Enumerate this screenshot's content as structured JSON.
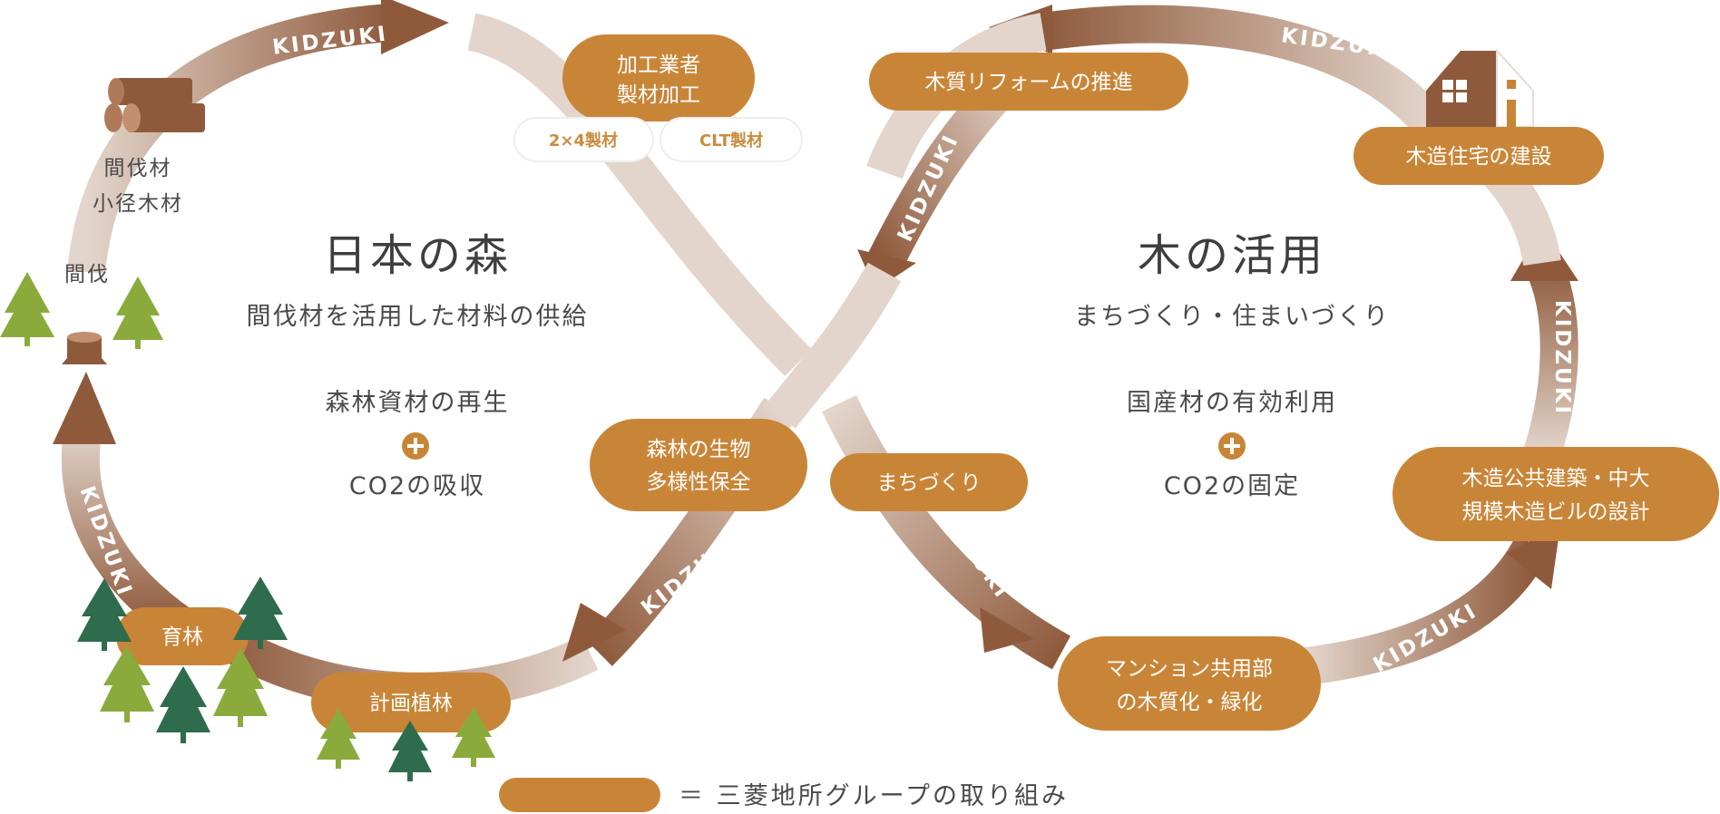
{
  "left": {
    "title": "日本の森",
    "subtitle": "間伐材を活用した材料の供給",
    "line1": "森林資材の再生",
    "line2": "CO2の吸収"
  },
  "right": {
    "title": "木の活用",
    "subtitle": "まちづくり・住まいづくり",
    "line1": "国産材の有効利用",
    "line2": "CO2の固定"
  },
  "labels": {
    "thinned_wood": "間伐材",
    "small_wood": "小径木材",
    "thinning": "間伐"
  },
  "pills": {
    "processing_1": "加工業者",
    "processing_2": "製材加工",
    "two_by_four": "2×4製材",
    "clt": "CLT製材",
    "forest_bio_1": "森林の生物",
    "forest_bio_2": "多様性保全",
    "ikurin": "育林",
    "planting": "計画植林",
    "reform": "木質リフォームの推進",
    "wooden_house": "木造住宅の建設",
    "machizukuri": "まちづくり",
    "public_1": "木造公共建築・中大",
    "public_2": "規模木造ビルの設計",
    "mansion_1": "マンション共用部",
    "mansion_2": "の木質化・緑化"
  },
  "kidzuki": "KIDZUKI",
  "legend": "＝ 三菱地所グループの取り組み",
  "colors": {
    "pill": "#c98537",
    "arrow_dark": "#8f5a3c",
    "arrow_light": "#e3d5cb",
    "tree_green": "#8aab3b",
    "tree_dark": "#2f6b4d"
  }
}
